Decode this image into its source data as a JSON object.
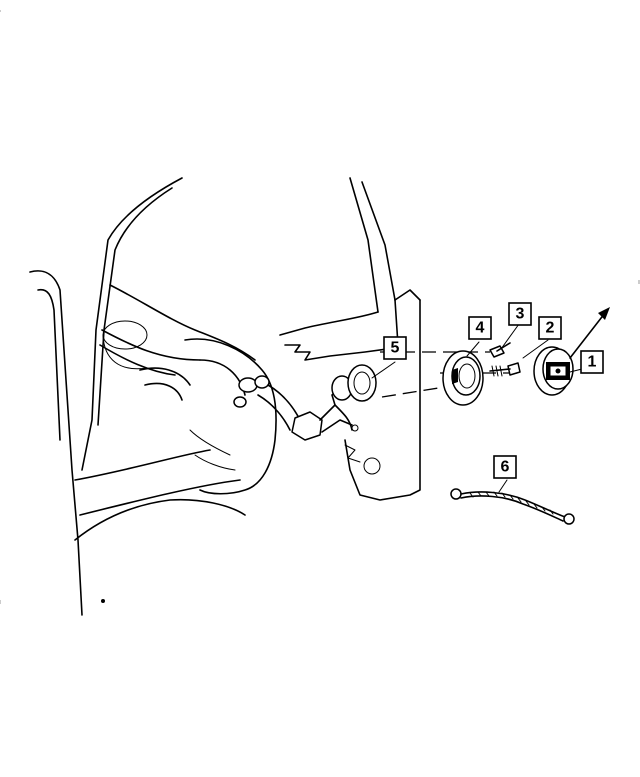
{
  "diagram": {
    "callouts": [
      {
        "id": "c1",
        "label": "1",
        "part": "fuel-cap"
      },
      {
        "id": "c2",
        "label": "2",
        "part": "fuel-filler-screw"
      },
      {
        "id": "c3",
        "label": "3",
        "part": "fuel-filler-screw-small"
      },
      {
        "id": "c4",
        "label": "4",
        "part": "filler-housing-bezel"
      },
      {
        "id": "c5",
        "label": "5",
        "part": "filler-neck-tube"
      },
      {
        "id": "c6",
        "label": "6",
        "part": "ground-strap"
      }
    ]
  }
}
